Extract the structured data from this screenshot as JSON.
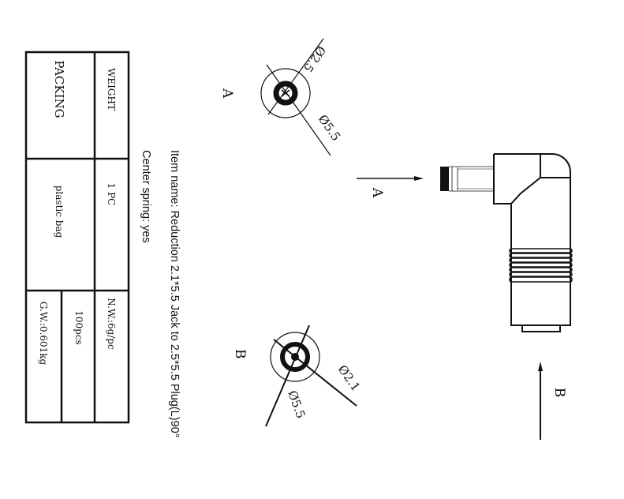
{
  "table": {
    "weight_label": "WEIGHT",
    "weight_value": "1 PC",
    "net_weight": "N.W.:6g/pc",
    "packing_label": "PACKING",
    "packing_value": "plastic bag",
    "quantity": "100pcs",
    "gross_weight": "G.W.:0.601kg"
  },
  "specs": {
    "item_name": "Item name: Reduction 2.1*5.5 Jack to 2.5*5.5 Plug(L)90°",
    "center_spring": "Center spring: yes"
  },
  "view_a": {
    "label": "A",
    "inner_diameter": "Ø2.5",
    "outer_diameter": "Ø5.5"
  },
  "view_b": {
    "label": "B",
    "inner_diameter": "Ø2.1",
    "outer_diameter": "Ø5.5"
  },
  "arrows": {
    "a_label": "A",
    "b_label": "B"
  }
}
